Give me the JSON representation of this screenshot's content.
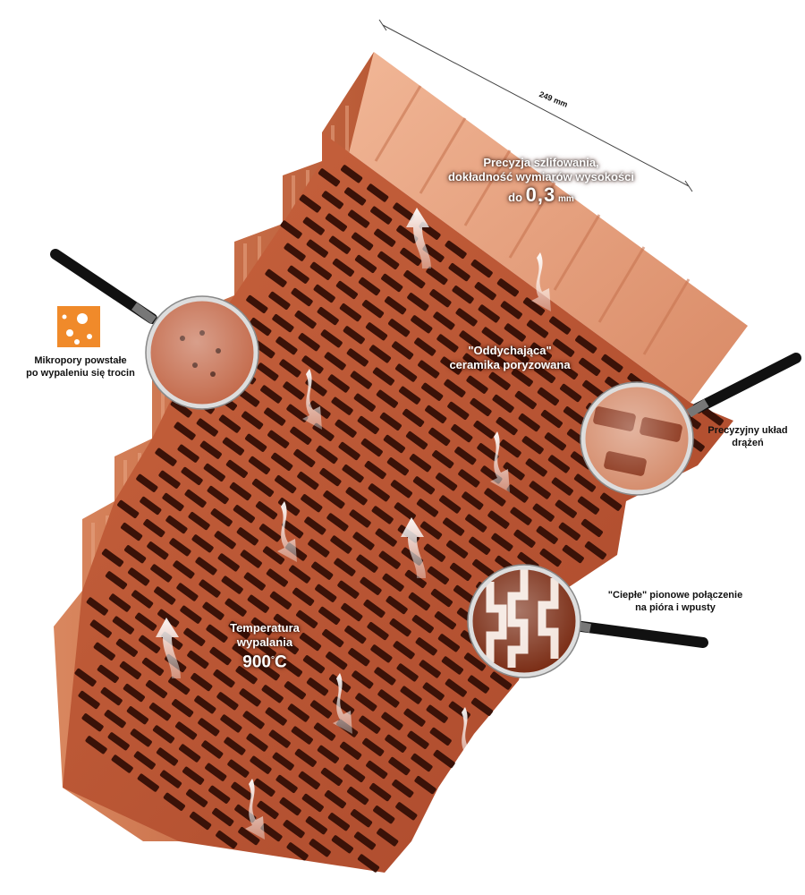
{
  "dimension": {
    "label": "249 mm"
  },
  "callouts": {
    "precision": {
      "line1": "Precyzja szlifowania,",
      "line2": "dokładność wymiarów wysokości",
      "prefix": "do ",
      "value": "0,3",
      "unit": " mm"
    },
    "breathing": {
      "line1": "\"Oddychająca\"",
      "line2": "ceramika poryzowana"
    },
    "micropores": {
      "line1": "Mikropory powstałe",
      "line2": "po wypaleniu się trocin"
    },
    "channels": {
      "line1": "Precyzyjny układ",
      "line2": "drążeń"
    },
    "joint": {
      "line1": "\"Ciepłe\" pionowe połączenie",
      "line2": "na pióra i wpusty"
    },
    "temperature": {
      "line1": "Temperatura",
      "line2": "wypalania",
      "value": "900",
      "degree": "°",
      "unit": "C"
    }
  },
  "colors": {
    "brick": "#c8623e",
    "brick_light": "#e9a27e",
    "brick_dark": "#7a2c14",
    "hole": "#3a1208",
    "accent_orange": "#f08a2a"
  }
}
